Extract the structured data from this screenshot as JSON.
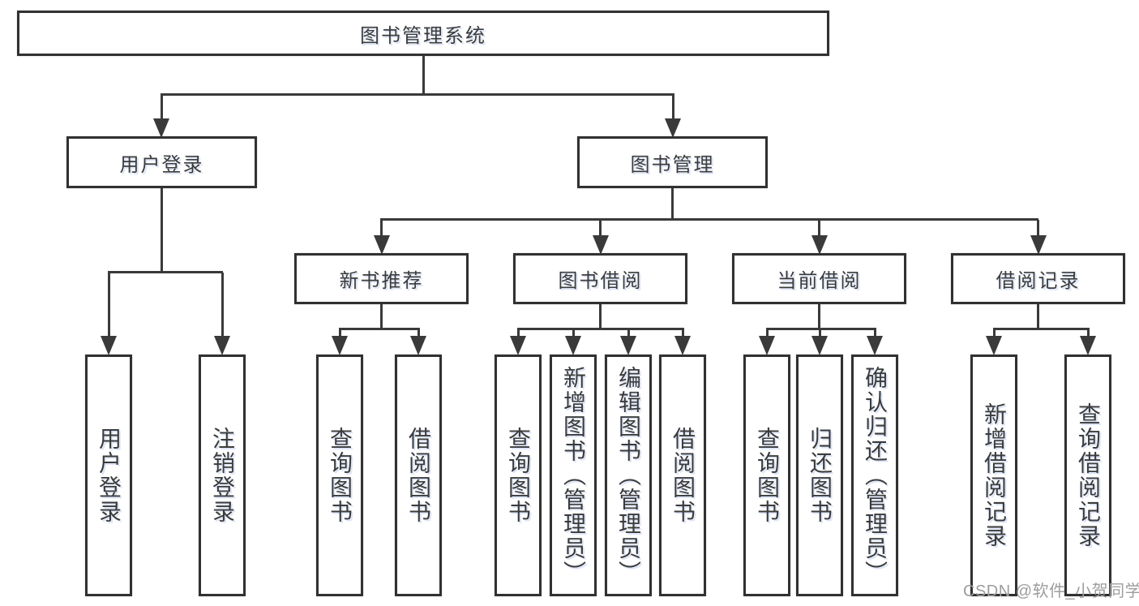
{
  "root": {
    "label": "图书管理系统"
  },
  "branches": {
    "userLogin": {
      "label": "用户登录",
      "children": [
        {
          "label": "用户登录"
        },
        {
          "label": "注销登录"
        }
      ]
    },
    "bookManagement": {
      "label": "图书管理",
      "sections": [
        {
          "label": "新书推荐",
          "children": [
            {
              "label": "查询图书"
            },
            {
              "label": "借阅图书"
            }
          ]
        },
        {
          "label": "图书借阅",
          "children": [
            {
              "label": "查询图书"
            },
            {
              "label": "新增图书（管理员）"
            },
            {
              "label": "编辑图书（管理员）"
            },
            {
              "label": "借阅图书"
            }
          ]
        },
        {
          "label": "当前借阅",
          "children": [
            {
              "label": "查询图书"
            },
            {
              "label": "归还图书"
            },
            {
              "label": "确认归还（管理员）"
            }
          ]
        },
        {
          "label": "借阅记录",
          "children": [
            {
              "label": "新增借阅记录"
            },
            {
              "label": "查询借阅记录"
            }
          ]
        }
      ]
    }
  },
  "watermark": {
    "text": "CSDN @软件_小贺同学"
  },
  "colors": {
    "line": "#3a3a3a",
    "node_border": "#313131",
    "text": "#3b3b3b",
    "background": "#ffffff",
    "watermark": "#9d9d9d"
  }
}
